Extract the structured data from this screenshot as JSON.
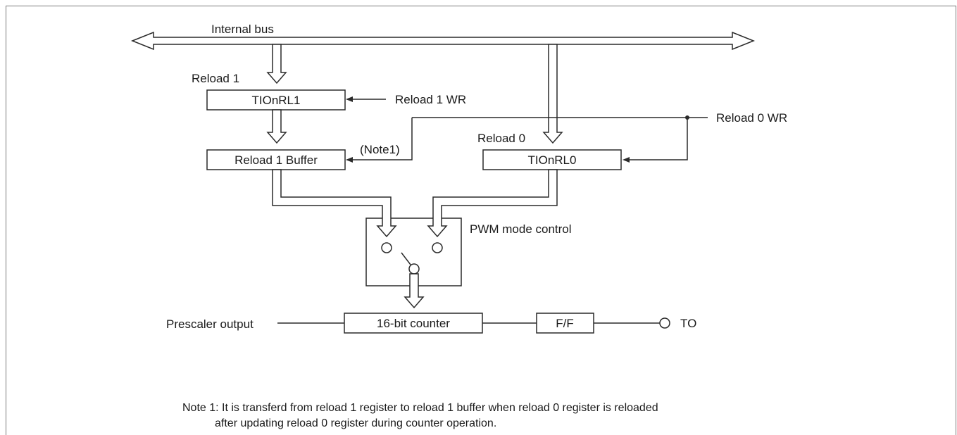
{
  "labels": {
    "internal_bus": "Internal bus",
    "reload1": "Reload 1",
    "reload1_wr": "Reload 1 WR",
    "reload0_wr": "Reload 0 WR",
    "reload0": "Reload 0",
    "note1_ref": "(Note1)",
    "pwm_mode_control": "PWM mode control",
    "prescaler_output": "Prescaler output",
    "to": "TO"
  },
  "boxes": {
    "tionrl1": "TIOnRL1",
    "reload1_buffer": "Reload 1 Buffer",
    "tionrl0": "TIOnRL0",
    "counter": "16-bit counter",
    "ff": "F/F"
  },
  "notes": {
    "line1": "Note 1: It is transferd from reload 1 register to reload 1 buffer when reload 0 register is reloaded",
    "line2": "after updating reload 0 register  during counter operation."
  }
}
